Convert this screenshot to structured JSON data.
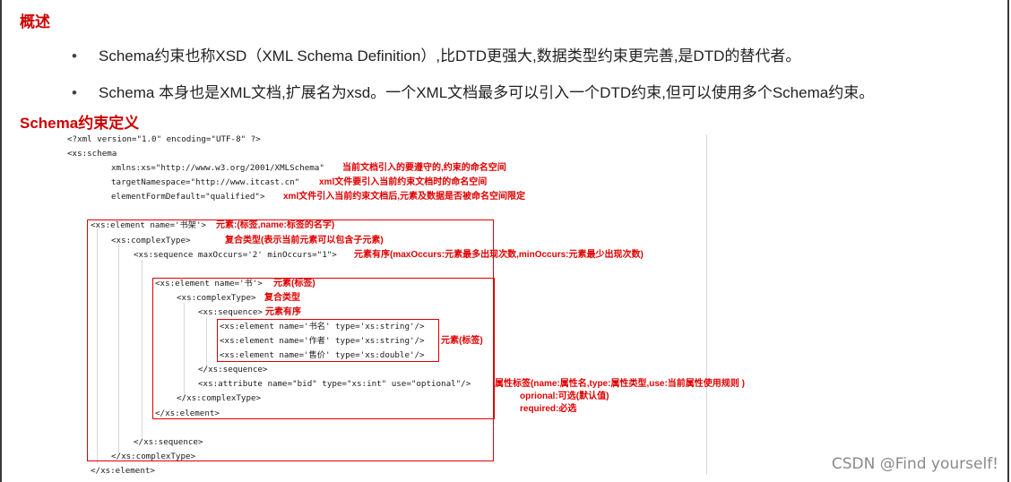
{
  "overview": {
    "title": "概述",
    "bullets": [
      "Schema约束也称XSD（XML Schema Definition）,比DTD更强大,数据类型约束更完善,是DTD的替代者。",
      "Schema 本身也是XML文档,扩展名为xsd。一个XML文档最多可以引入一个DTD约束,但可以使用多个Schema约束。"
    ],
    "bullet_marker": "•"
  },
  "definition": {
    "title": "Schema约束定义",
    "code_lines": [
      "<?xml version=\"1.0\" encoding=\"UTF-8\" ?>",
      "<xs:schema",
      "xmlns:xs=\"http://www.w3.org/2001/XMLSchema\"",
      "targetNamespace=\"http://www.itcast.cn\"",
      "elementFormDefault=\"qualified\">",
      "<xs:element name='书架'>",
      "<xs:complexType>",
      "<xs:sequence maxOccurs='2' minOccurs=\"1\">",
      "<xs:element name='书'>",
      "<xs:complexType>",
      "<xs:sequence>",
      "<xs:element name='书名' type='xs:string'/>",
      "<xs:element name='作者' type='xs:string'/>",
      "<xs:element name='售价' type='xs:double'/>",
      "</xs:sequence>",
      "<xs:attribute name=\"bid\" type=\"xs:int\" use=\"optional\"/>",
      "</xs:complexType>",
      "</xs:element>",
      "</xs:sequence>",
      "</xs:complexType>",
      "</xs:element>"
    ],
    "annotations": [
      "当前文档引入的要遵守的,约束的命名空间",
      "xml文件要引入当前约束文档时的命名空间",
      "xml文件引入当前约束文档后,元素及数据是否被命名空间限定",
      "元素:(标签,name:标签的名字)",
      "复合类型(表示当前元素可以包含子元素)",
      "元素有序(maxOccurs:元素最多出现次数,minOccurs:元素最少出现次数)",
      "元素(标签)",
      "复合类型",
      "元素有序",
      "元素(标签)",
      "属性标签(name:属性名,type:属性类型,use:当前属性使用规则 )",
      "oprional:可选(默认值)",
      "required:必选"
    ]
  },
  "watermark": "CSDN @Find yourself!"
}
